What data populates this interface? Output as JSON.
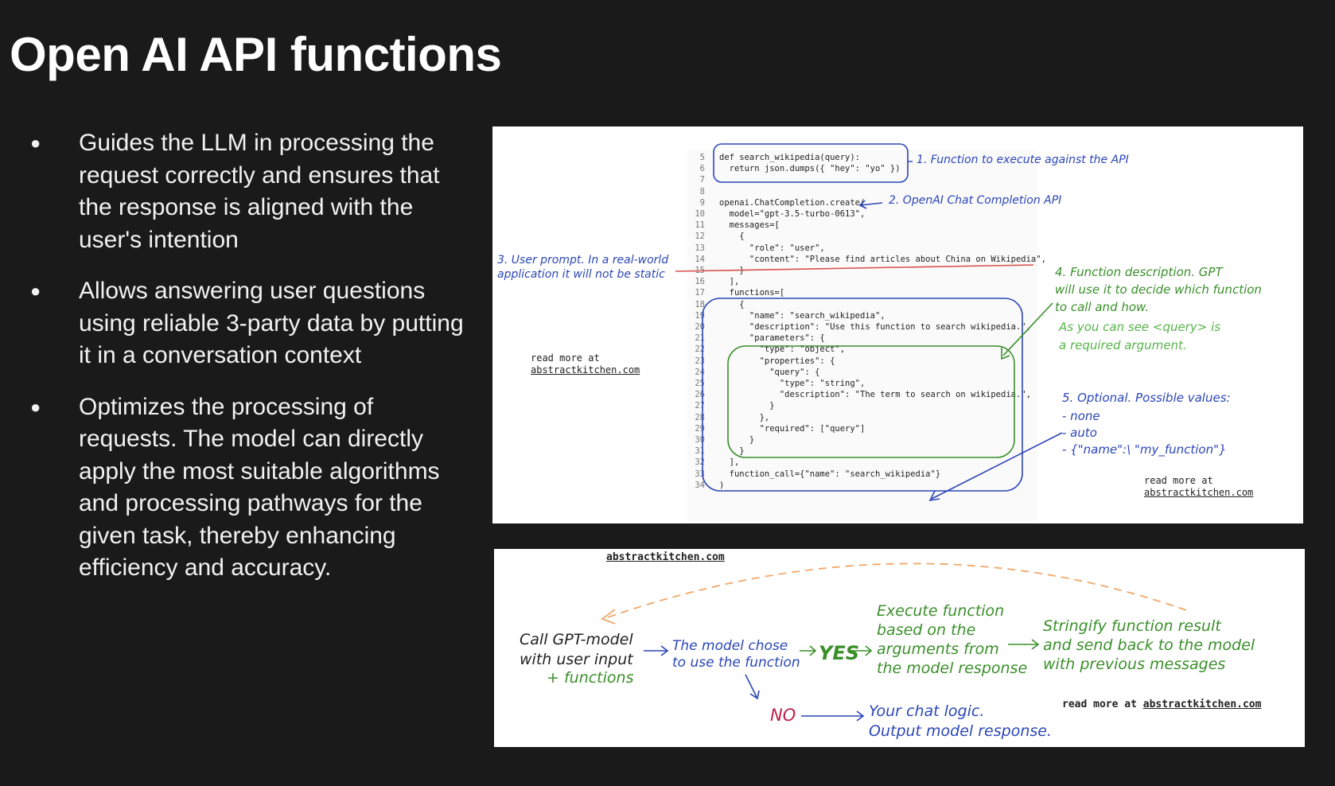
{
  "title": "Open AI API functions",
  "bullets": [
    {
      "text": "Guides the LLM in processing the request correctly and ensures that the response is aligned with the user's intention"
    },
    {
      "text": "Allows answering user questions using reliable 3-party data by putting it in a conversation context"
    },
    {
      "text": "Optimizes the processing of requests. The model can directly apply the most suitable algorithms and processing pathways for the given task, thereby enhancing efficiency and accuracy."
    }
  ],
  "bullet_glyph": "●",
  "code_panel": {
    "lines": [
      {
        "n": "5",
        "t": "def search_wikipedia(query):"
      },
      {
        "n": "6",
        "t": "  return json.dumps({ \"hey\": \"yo\" })"
      },
      {
        "n": "7",
        "t": ""
      },
      {
        "n": "8",
        "t": ""
      },
      {
        "n": "9",
        "t": "openai.ChatCompletion.create("
      },
      {
        "n": "10",
        "t": "  model=\"gpt-3.5-turbo-0613\","
      },
      {
        "n": "11",
        "t": "  messages=["
      },
      {
        "n": "12",
        "t": "    {"
      },
      {
        "n": "13",
        "t": "      \"role\": \"user\","
      },
      {
        "n": "14",
        "t": "      \"content\": \"Please find articles about China on Wikipedia\","
      },
      {
        "n": "15",
        "t": "    }"
      },
      {
        "n": "16",
        "t": "  ],"
      },
      {
        "n": "17",
        "t": "  functions=["
      },
      {
        "n": "18",
        "t": "    {"
      },
      {
        "n": "19",
        "t": "      \"name\": \"search_wikipedia\","
      },
      {
        "n": "20",
        "t": "      \"description\": \"Use this function to search wikipedia.\","
      },
      {
        "n": "21",
        "t": "      \"parameters\": {"
      },
      {
        "n": "22",
        "t": "        \"type\": \"object\","
      },
      {
        "n": "23",
        "t": "        \"properties\": {"
      },
      {
        "n": "24",
        "t": "          \"query\": {"
      },
      {
        "n": "25",
        "t": "            \"type\": \"string\","
      },
      {
        "n": "26",
        "t": "            \"description\": \"The term to search on wikipedia.\","
      },
      {
        "n": "27",
        "t": "          }"
      },
      {
        "n": "28",
        "t": "        },"
      },
      {
        "n": "29",
        "t": "        \"required\": [\"query\"]"
      },
      {
        "n": "30",
        "t": "      }"
      },
      {
        "n": "31",
        "t": "    }"
      },
      {
        "n": "32",
        "t": "  ],"
      },
      {
        "n": "33",
        "t": "  function_call={\"name\": \"search_wikipedia\"}"
      },
      {
        "n": "34",
        "t": ")"
      }
    ],
    "annotations": {
      "a1": "1. Function to execute against the API",
      "a2": "2. OpenAI Chat Completion API",
      "a3_l1": "3. User prompt. In a real-world",
      "a3_l2": "application it will not be static",
      "a4_l1": "4. Function description. GPT",
      "a4_l2": "will use it to decide which function",
      "a4_l3": "to call and how.",
      "a4b_l1": "As you can see <query> is",
      "a4b_l2": "a required argument.",
      "a5_l1": "5. Optional. Possible values:",
      "a5_l2": "- none",
      "a5_l3": "- auto",
      "a5_l4": "- {\"name\":\\ \"my_function\"}"
    },
    "read_more_left_l1": "read more at",
    "read_more_left_l2": "abstractkitchen.com",
    "read_more_right_l1": "read more at",
    "read_more_right_l2": "abstractkitchen.com"
  },
  "flow_panel": {
    "site": "abstractkitchen.com",
    "call_l1": "Call GPT-model",
    "call_l2": "with user input",
    "call_l3": "+ functions",
    "chose_l1": "The model chose",
    "chose_l2": "to use the function",
    "yes": "YES",
    "exec_l1": "Execute function",
    "exec_l2": "based on the",
    "exec_l3": "arguments from",
    "exec_l4": "the model response",
    "string_l1": "Stringify function result",
    "string_l2": "and send back to the model",
    "string_l3": "with previous messages",
    "no": "NO",
    "chat_l1": "Your chat logic.",
    "chat_l2": "Output model response.",
    "read_more_prefix": "read more at ",
    "read_more_site": "abstractkitchen.com"
  }
}
